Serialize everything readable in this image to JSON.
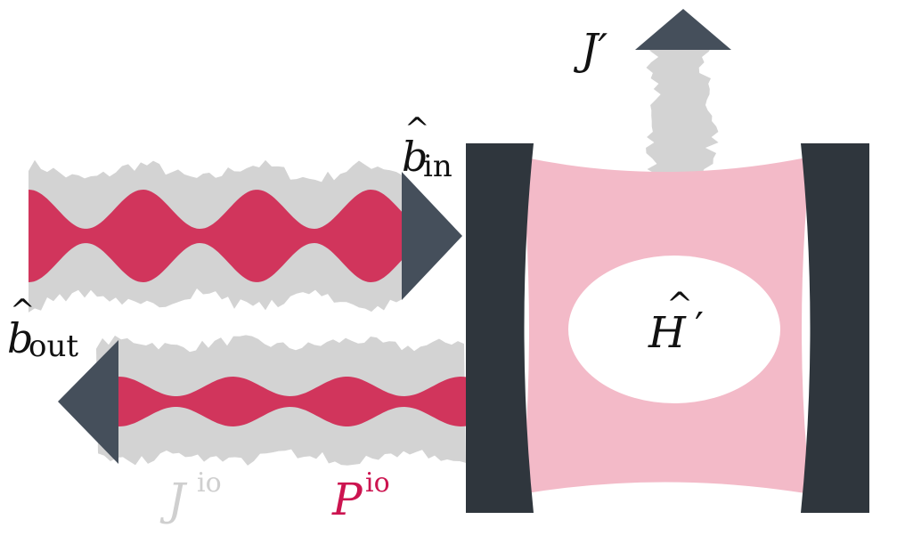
{
  "labels": {
    "b_in_base": "b",
    "b_in_hat": "^",
    "b_in_sub": "in",
    "b_out_base": "b",
    "b_out_hat": "^",
    "b_out_sub": "out",
    "j_prime": "J′",
    "h_prime_base": "H",
    "h_prime_hat": "^",
    "h_prime_prime": "′",
    "j_io_base": "J",
    "j_io_sup": "io",
    "p_io_base": "P",
    "p_io_sup": "io"
  },
  "colors": {
    "noise": "#d3d3d3",
    "signal": "#d1355c",
    "arrow_head": "#454f5b",
    "mirror": "#2f363d",
    "cavity_fill": "#f3bac8",
    "core_fill": "#ffffff",
    "text": "#111111",
    "j_io_color": "#cfcfcf",
    "p_io_color": "#cc1450"
  },
  "icons": {
    "input_arrow": "arrow-right-icon",
    "output_arrow": "arrow-left-icon",
    "leak_arrow": "arrow-up-icon"
  }
}
